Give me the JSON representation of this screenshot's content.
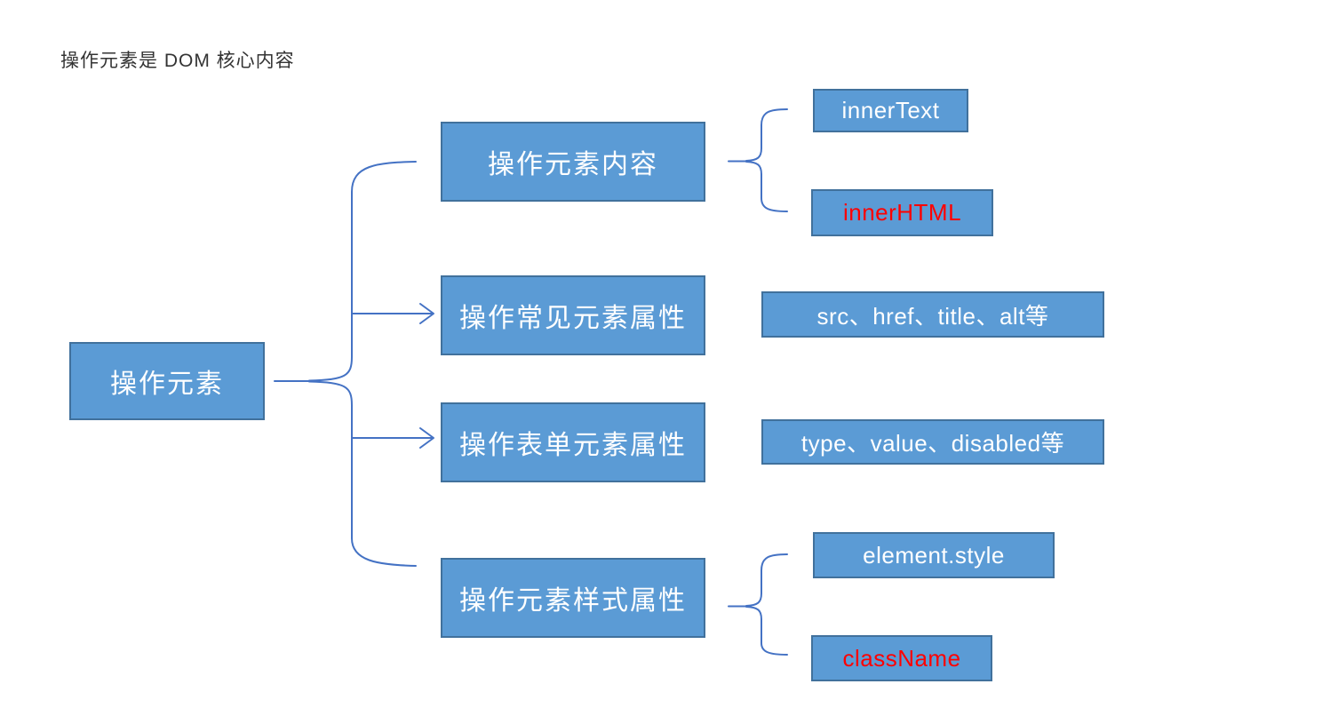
{
  "title": "操作元素是 DOM 核心内容",
  "colors": {
    "box_fill": "#5B9BD5",
    "box_border": "#41719C",
    "connector": "#4472C4",
    "text_white": "#FFFFFF",
    "text_red": "#FF0000",
    "title_color": "#333333",
    "canvas_bg": "#FFFFFF"
  },
  "root": {
    "label": "操作元素"
  },
  "branches": [
    {
      "label": "操作元素内容",
      "children": [
        {
          "label": "innerText",
          "text_color": "white"
        },
        {
          "label": "innerHTML",
          "text_color": "red"
        }
      ]
    },
    {
      "label": "操作常见元素属性",
      "children": [
        {
          "label": "src、href、title、alt等",
          "text_color": "white"
        }
      ]
    },
    {
      "label": "操作表单元素属性",
      "children": [
        {
          "label": "type、value、disabled等",
          "text_color": "white"
        }
      ]
    },
    {
      "label": "操作元素样式属性",
      "children": [
        {
          "label": "element.style",
          "text_color": "white"
        },
        {
          "label": "className",
          "text_color": "red"
        }
      ]
    }
  ]
}
